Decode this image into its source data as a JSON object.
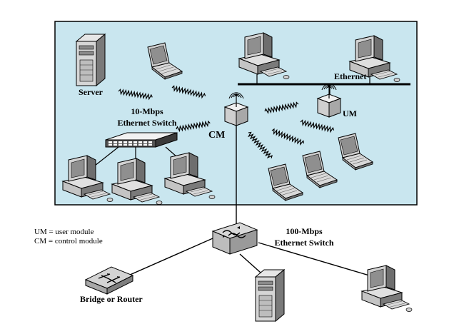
{
  "labels": {
    "server": "Server",
    "switch10_line1": "10-Mbps",
    "switch10_line2": "Ethernet Switch",
    "cm": "CM",
    "um": "UM",
    "ethernet": "Ethernet",
    "switch100_line1": "100-Mbps",
    "switch100_line2": "Ethernet Switch",
    "bridge": "Bridge or Router"
  },
  "legend": {
    "um_def": "UM = user module",
    "cm_def": "CM = control module"
  },
  "colors": {
    "wireless_lan_area": "#c9e6ef",
    "device_fill": "#d9d9d9",
    "device_dark": "#8a8a8a",
    "screen": "#9e9e9e",
    "line": "#000000"
  },
  "icons": {
    "server": "server-tower-icon",
    "laptop": "laptop-icon",
    "desktop": "desktop-workstation-icon",
    "switch": "ethernet-switch-icon",
    "radio_module": "radio-module-icon",
    "router": "router-icon",
    "wireless_link": "wireless-link-icon"
  }
}
